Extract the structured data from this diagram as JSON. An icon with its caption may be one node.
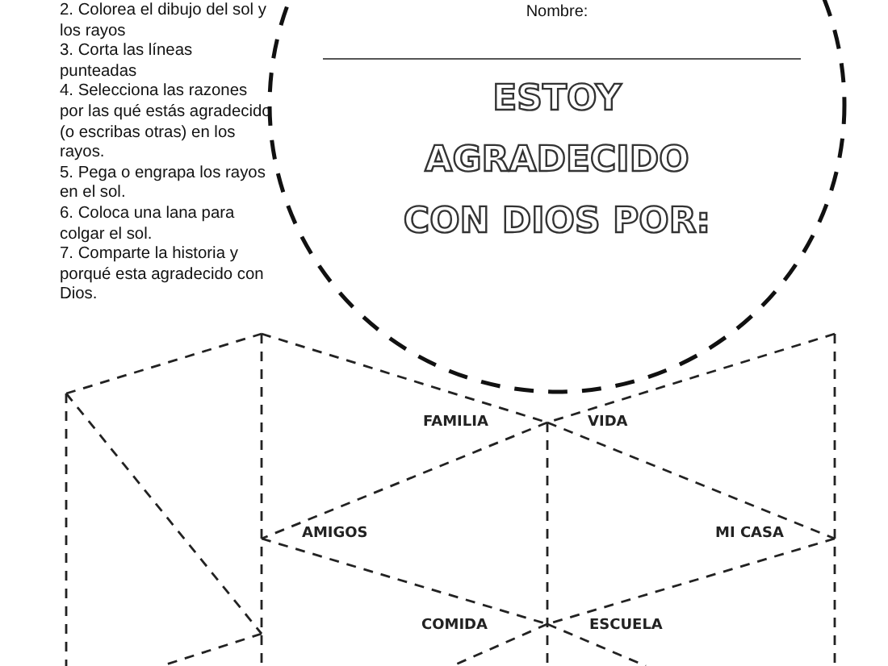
{
  "diagram": {
    "nodes": [
      {
        "text": [
          "Nombre:",
          "ESTOY AGRADECIDO CON DIOS POR:"
        ]
      }
    ],
    "edges": [],
    "labels": [
      "2. Colorea el dibujo del sol y los rayos",
      "3. Corta las líneas punteadas",
      "4. Selecciona las razones por las qué estás agradecido (o escribas otras) en los rayos.",
      "5. Pega o engrapa los rayos en el sol.",
      "6. Coloca una lana para colgar el sol.",
      "7. Comparte la historia y porqué esta agradecido con Dios.",
      "FAMILIA",
      "VIDA",
      "AMIGOS",
      "MI CASA",
      "COMIDA",
      "ESCUELA"
    ]
  }
}
